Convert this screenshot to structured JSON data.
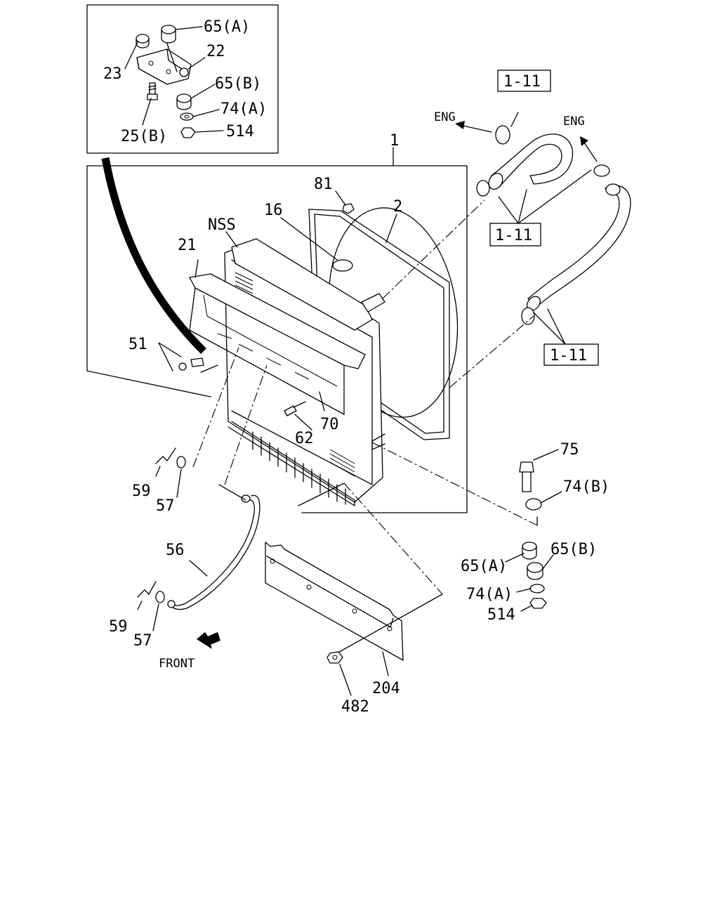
{
  "diagram": {
    "labels": {
      "p65a_inset": "65(A)",
      "p22": "22",
      "p23": "23",
      "p65b_inset": "65(B)",
      "p74a_inset": "74(A)",
      "p514_inset": "514",
      "p25b": "25(B)",
      "p1": "1",
      "p81": "81",
      "p2": "2",
      "p16": "16",
      "nss": "NSS",
      "p21": "21",
      "p51": "51",
      "p62": "62",
      "p70": "70",
      "p59a": "59",
      "p57a": "57",
      "p56": "56",
      "p59b": "59",
      "p57b": "57",
      "front": "FRONT",
      "p204": "204",
      "p482": "482",
      "p75": "75",
      "p74b": "74(B)",
      "p65a": "65(A)",
      "p65b": "65(B)",
      "p74a": "74(A)",
      "p514": "514",
      "eng_left": "ENG",
      "eng_right": "ENG",
      "ref_top": "1-11",
      "ref_mid": "1-11",
      "ref_low": "1-11"
    }
  }
}
